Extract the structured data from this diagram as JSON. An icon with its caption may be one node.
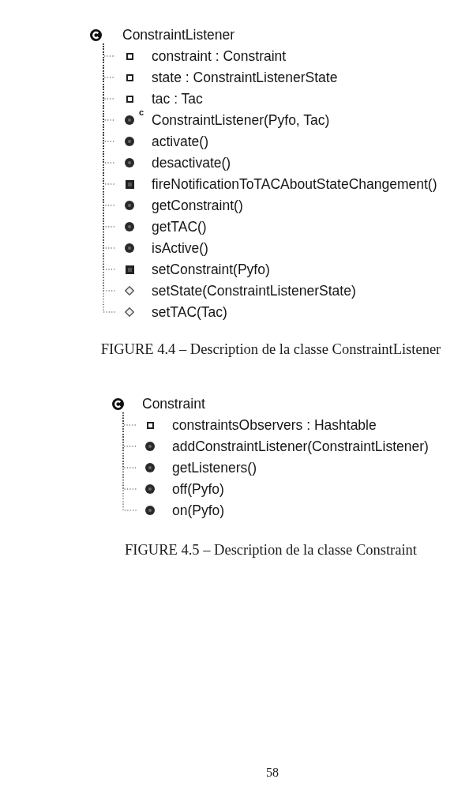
{
  "diagram": {
    "nodes": [
      {
        "text": [
          "ConstraintListener"
        ]
      },
      {
        "text": [
          "constraint : Constraint"
        ]
      },
      {
        "text": [
          "state : ConstraintListenerState"
        ]
      },
      {
        "text": [
          "tac : Tac"
        ]
      },
      {
        "text": [
          "ConstraintListener(Pyfo, Tac)"
        ],
        "beside": [
          "c"
        ]
      },
      {
        "text": [
          "activate()"
        ]
      },
      {
        "text": [
          "desactivate()"
        ]
      },
      {
        "text": [
          "fireNotificationToTACAboutStateChangement()"
        ]
      },
      {
        "text": [
          "getConstraint()"
        ]
      },
      {
        "text": [
          "getTAC()"
        ]
      },
      {
        "text": [
          "isActive()"
        ]
      },
      {
        "text": [
          "setConstraint(Pyfo)"
        ]
      },
      {
        "text": [
          "setState(ConstraintListenerState)"
        ]
      },
      {
        "text": [
          "setTAC(Tac)"
        ]
      },
      {
        "text": [
          "Constraint"
        ]
      },
      {
        "text": [
          "constraintsObservers : Hashtable"
        ]
      },
      {
        "text": [
          "addConstraintListener(ConstraintListener)"
        ]
      },
      {
        "text": [
          "getListeners()"
        ]
      },
      {
        "text": [
          "off(Pyfo)"
        ]
      },
      {
        "text": [
          "on(Pyfo)"
        ]
      }
    ],
    "edges": [
      {
        "from": 0,
        "to": 1,
        "arrow": "none",
        "style": "dashed"
      },
      {
        "from": 0,
        "to": 2,
        "arrow": "none",
        "style": "dashed"
      },
      {
        "from": 0,
        "to": 3,
        "arrow": "none",
        "style": "dashed"
      },
      {
        "from": 0,
        "to": 4,
        "arrow": "none",
        "style": "dashed"
      },
      {
        "from": 0,
        "to": 5,
        "arrow": "none",
        "style": "dashed"
      },
      {
        "from": 0,
        "to": 6,
        "arrow": "none",
        "style": "dashed"
      },
      {
        "from": 0,
        "to": 7,
        "arrow": "none",
        "style": "dashed"
      },
      {
        "from": 0,
        "to": 8,
        "arrow": "none",
        "style": "dashed"
      },
      {
        "from": 0,
        "to": 9,
        "arrow": "none",
        "style": "dashed"
      },
      {
        "from": 0,
        "to": 10,
        "arrow": "none",
        "style": "dashed"
      },
      {
        "from": 0,
        "to": 11,
        "arrow": "none",
        "style": "dashed"
      },
      {
        "from": 0,
        "to": 12,
        "arrow": "none",
        "style": "dashed"
      },
      {
        "from": 0,
        "to": 13,
        "arrow": "none",
        "style": "dashed"
      },
      {
        "from": 14,
        "to": 15,
        "arrow": "none",
        "style": "dashed"
      },
      {
        "from": 14,
        "to": 16,
        "arrow": "none",
        "style": "dashed"
      },
      {
        "from": 14,
        "to": 17,
        "arrow": "none",
        "style": "dashed"
      },
      {
        "from": 14,
        "to": 18,
        "arrow": "none",
        "style": "dashed"
      },
      {
        "from": 14,
        "to": 19,
        "arrow": "none",
        "style": "dashed"
      }
    ],
    "labels": [
      "FIGURE 4.4 – Description de la classe ConstraintListener",
      "FIGURE 4.5 – Description de la classe Constraint",
      "58"
    ]
  }
}
